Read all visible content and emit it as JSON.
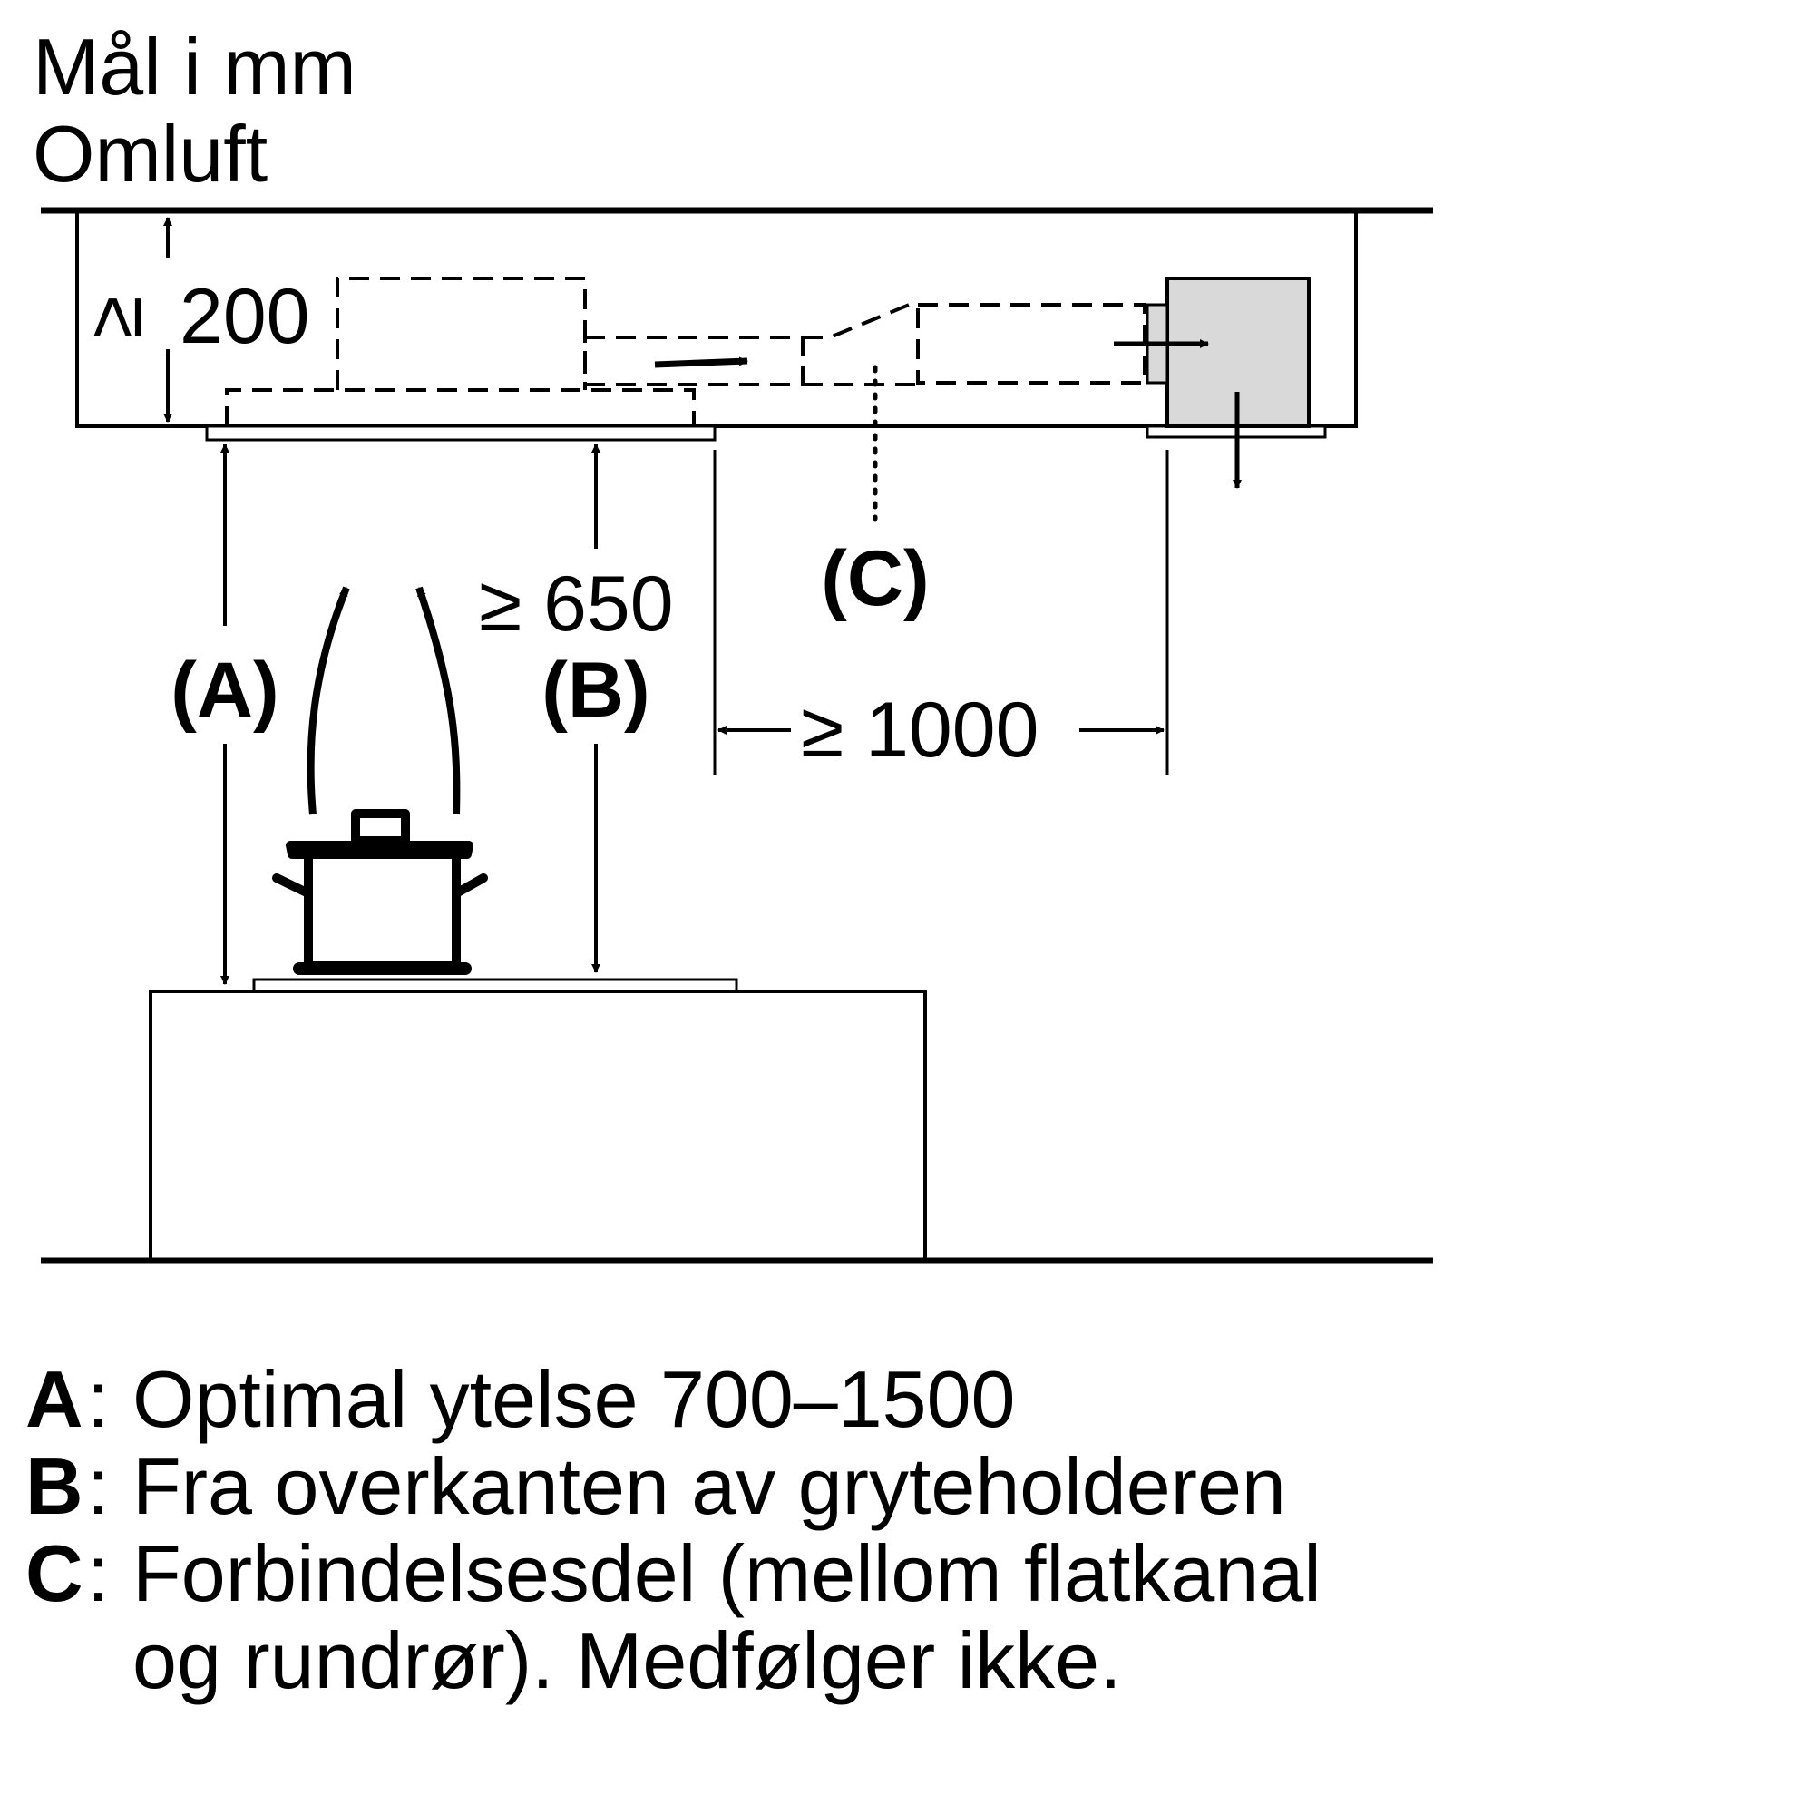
{
  "header": {
    "line1": "Mål i mm",
    "line2": "Omluft"
  },
  "dimensions": {
    "height_clearance": "≥ 200",
    "min_distance": "≥ 650",
    "horizontal_distance": "≥ 1000"
  },
  "labels": {
    "a": "(A)",
    "b": "(B)",
    "c": "(C)"
  },
  "legend": [
    {
      "key": "A",
      "text": "Optimal ytelse 700–1500"
    },
    {
      "key": "B",
      "text": "Fra overkanten av gryteholderen"
    },
    {
      "key": "C",
      "text": "Forbindelsesdel (mellom flatkanal",
      "continuation": "og rundrør). Medfølger ikke."
    }
  ],
  "colors": {
    "ink": "#000000",
    "box_fill": "#d9d9d9",
    "background": "#ffffff"
  }
}
